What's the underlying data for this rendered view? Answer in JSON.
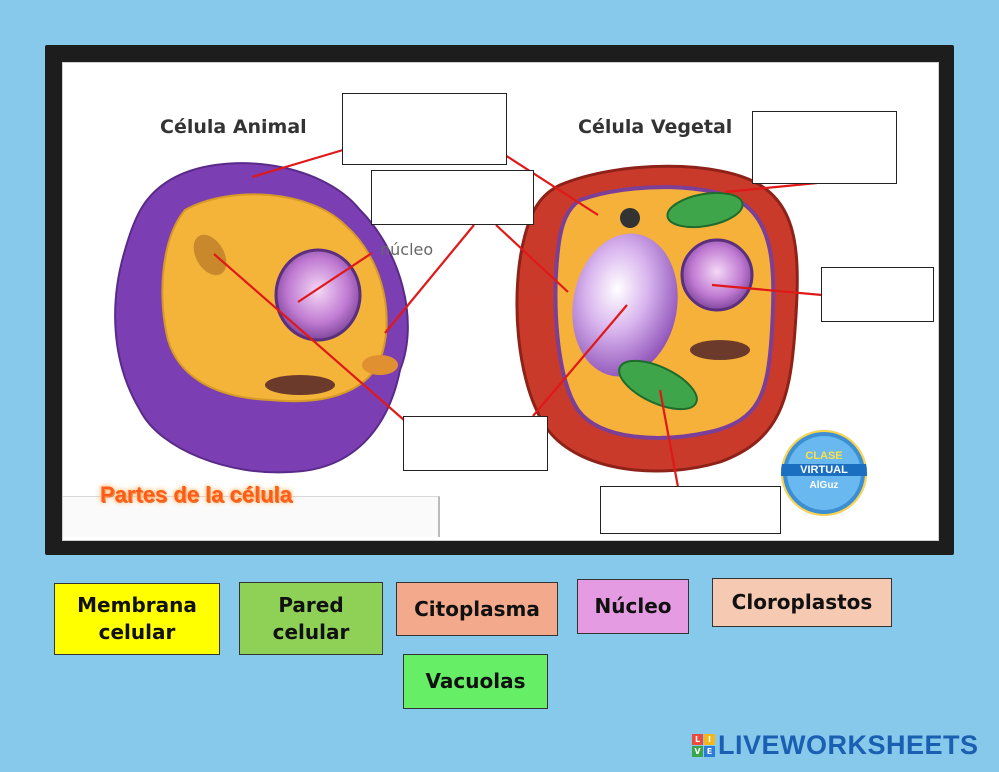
{
  "worksheet": {
    "animal_title": "Célula Animal",
    "plant_title": "Célula Vegetal",
    "nucleus_label": "núcleo",
    "subtitle": "Partes de la célula"
  },
  "logo": {
    "line1": "CLASE",
    "line2": "VIRTUAL",
    "line3": "AlGuz"
  },
  "word_bank": [
    {
      "label": "Membrana celular",
      "color": "#ffff00"
    },
    {
      "label": "Pared celular",
      "color": "#8fd156"
    },
    {
      "label": "Citoplasma",
      "color": "#f2a98c"
    },
    {
      "label": "Núcleo",
      "color": "#e59be2"
    },
    {
      "label": "Cloroplastos",
      "color": "#f6c9b3"
    },
    {
      "label": "Vacuolas",
      "color": "#66ee66"
    }
  ],
  "brand": {
    "name": "LIVEWORKSHEETS",
    "grid_letters": [
      "L",
      "I",
      "V",
      "E"
    ],
    "grid_colors": [
      "#e94b3c",
      "#f3b71b",
      "#3aa54b",
      "#2b7cd6"
    ]
  },
  "colors": {
    "background": "#87c9ea",
    "board": "#1d1d1d",
    "pointer_line": "#e01818"
  }
}
